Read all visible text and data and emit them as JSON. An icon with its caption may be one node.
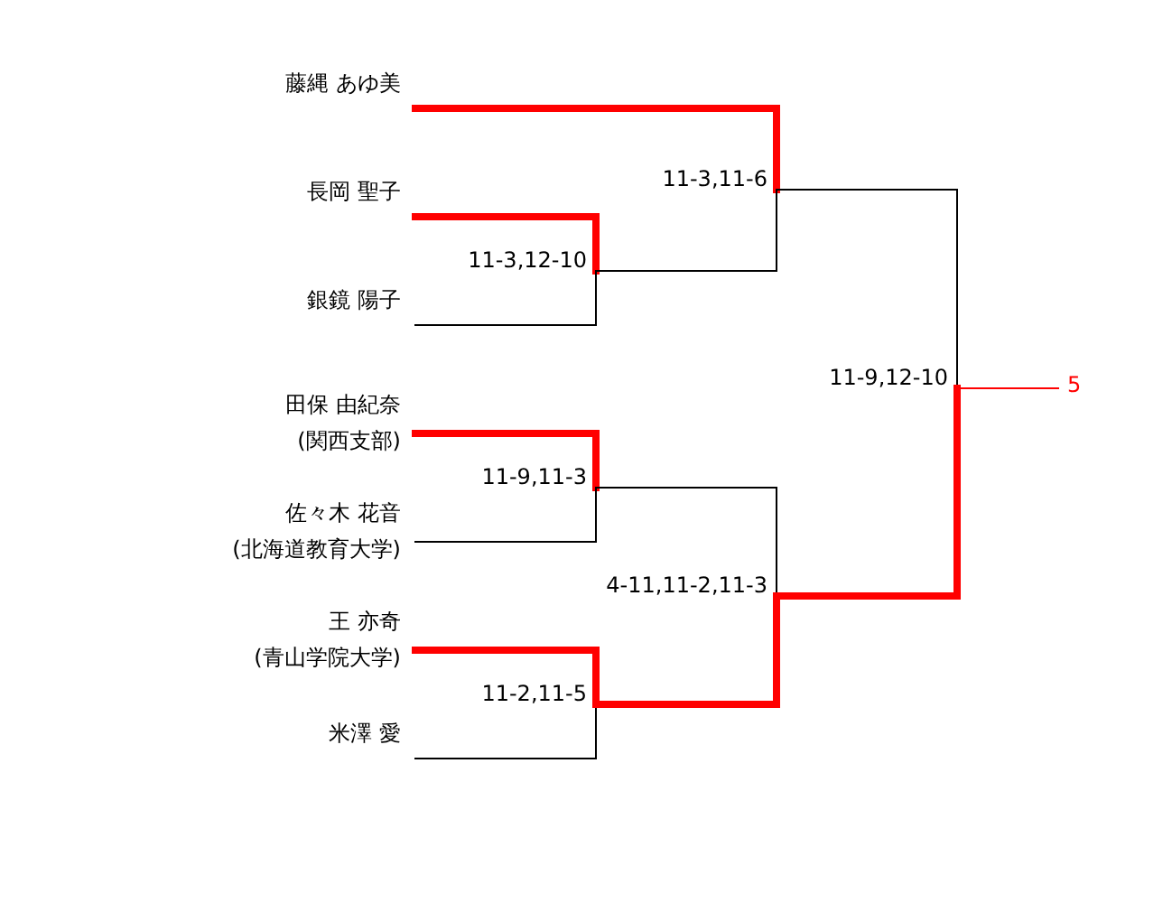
{
  "diagram": {
    "nodes": [
      {
        "text": [
          "藤縄 あゆ美"
        ]
      },
      {
        "text": [
          "長岡 聖子"
        ]
      },
      {
        "text": [
          "銀鏡 陽子"
        ]
      },
      {
        "text": [
          "田保 由紀奈",
          "(関西支部)"
        ]
      },
      {
        "text": [
          "佐々木 花音",
          "(北海道教育大学)"
        ]
      },
      {
        "text": [
          "王 亦奇",
          "(青山学院大学)"
        ]
      },
      {
        "text": [
          "米澤 愛"
        ]
      },
      {
        "text": [
          "11-3,12-10"
        ]
      },
      {
        "text": [
          "11-3,11-6"
        ]
      },
      {
        "text": [
          "11-9,11-3"
        ]
      },
      {
        "text": [
          "11-2,11-5"
        ]
      },
      {
        "text": [
          "4-11,11-2,11-3"
        ]
      },
      {
        "text": [
          "11-9,12-10"
        ]
      },
      {
        "text": [
          "5"
        ]
      }
    ],
    "edges": [
      {
        "from": 1,
        "to": 7,
        "arrow": "none",
        "style": "thick"
      },
      {
        "from": 2,
        "to": 7,
        "arrow": "none",
        "color": "#000000"
      },
      {
        "from": 0,
        "to": 8,
        "arrow": "none",
        "style": "thick"
      },
      {
        "from": 7,
        "to": 8,
        "arrow": "none",
        "color": "#000000"
      },
      {
        "from": 3,
        "to": 9,
        "arrow": "none",
        "style": "thick"
      },
      {
        "from": 4,
        "to": 9,
        "arrow": "none",
        "color": "#000000"
      },
      {
        "from": 5,
        "to": 10,
        "arrow": "none",
        "style": "thick"
      },
      {
        "from": 6,
        "to": 10,
        "arrow": "none",
        "color": "#000000"
      },
      {
        "from": 9,
        "to": 11,
        "arrow": "none",
        "color": "#000000"
      },
      {
        "from": 10,
        "to": 11,
        "arrow": "none",
        "style": "thick"
      },
      {
        "from": 8,
        "to": 12,
        "arrow": "none",
        "color": "#000000"
      },
      {
        "from": 11,
        "to": 12,
        "arrow": "none",
        "style": "thick"
      },
      {
        "from": 12,
        "to": 13,
        "arrow": "none"
      }
    ]
  }
}
